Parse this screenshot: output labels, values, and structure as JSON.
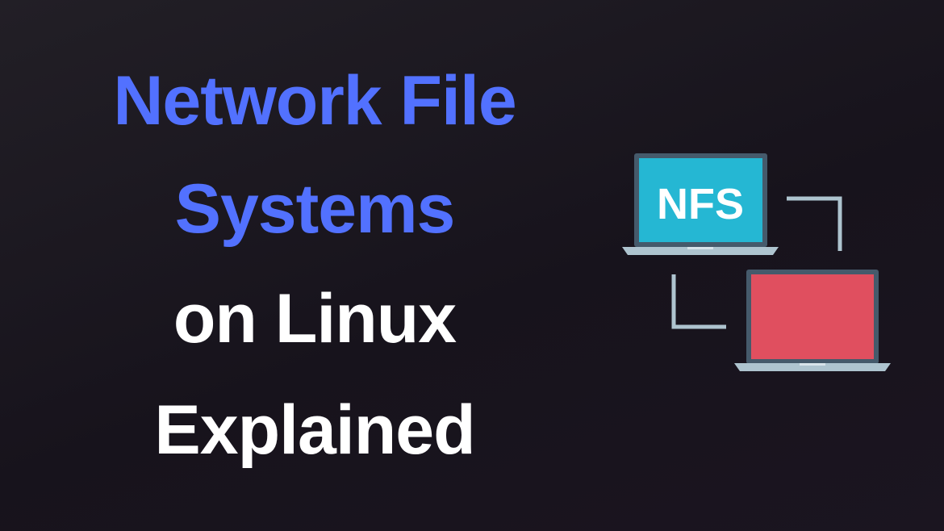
{
  "title": {
    "line1": "Network File",
    "line2": "Systems",
    "line3": "on Linux",
    "line4": "Explained"
  },
  "illustration": {
    "screen_label": "NFS",
    "colors": {
      "title_accent": "#5271ff",
      "laptop_frame": "#455a6b",
      "laptop_base": "#aec4cf",
      "screen_blue": "#25b7d3",
      "screen_red": "#e04f5f",
      "connector": "#aec4cf"
    }
  }
}
